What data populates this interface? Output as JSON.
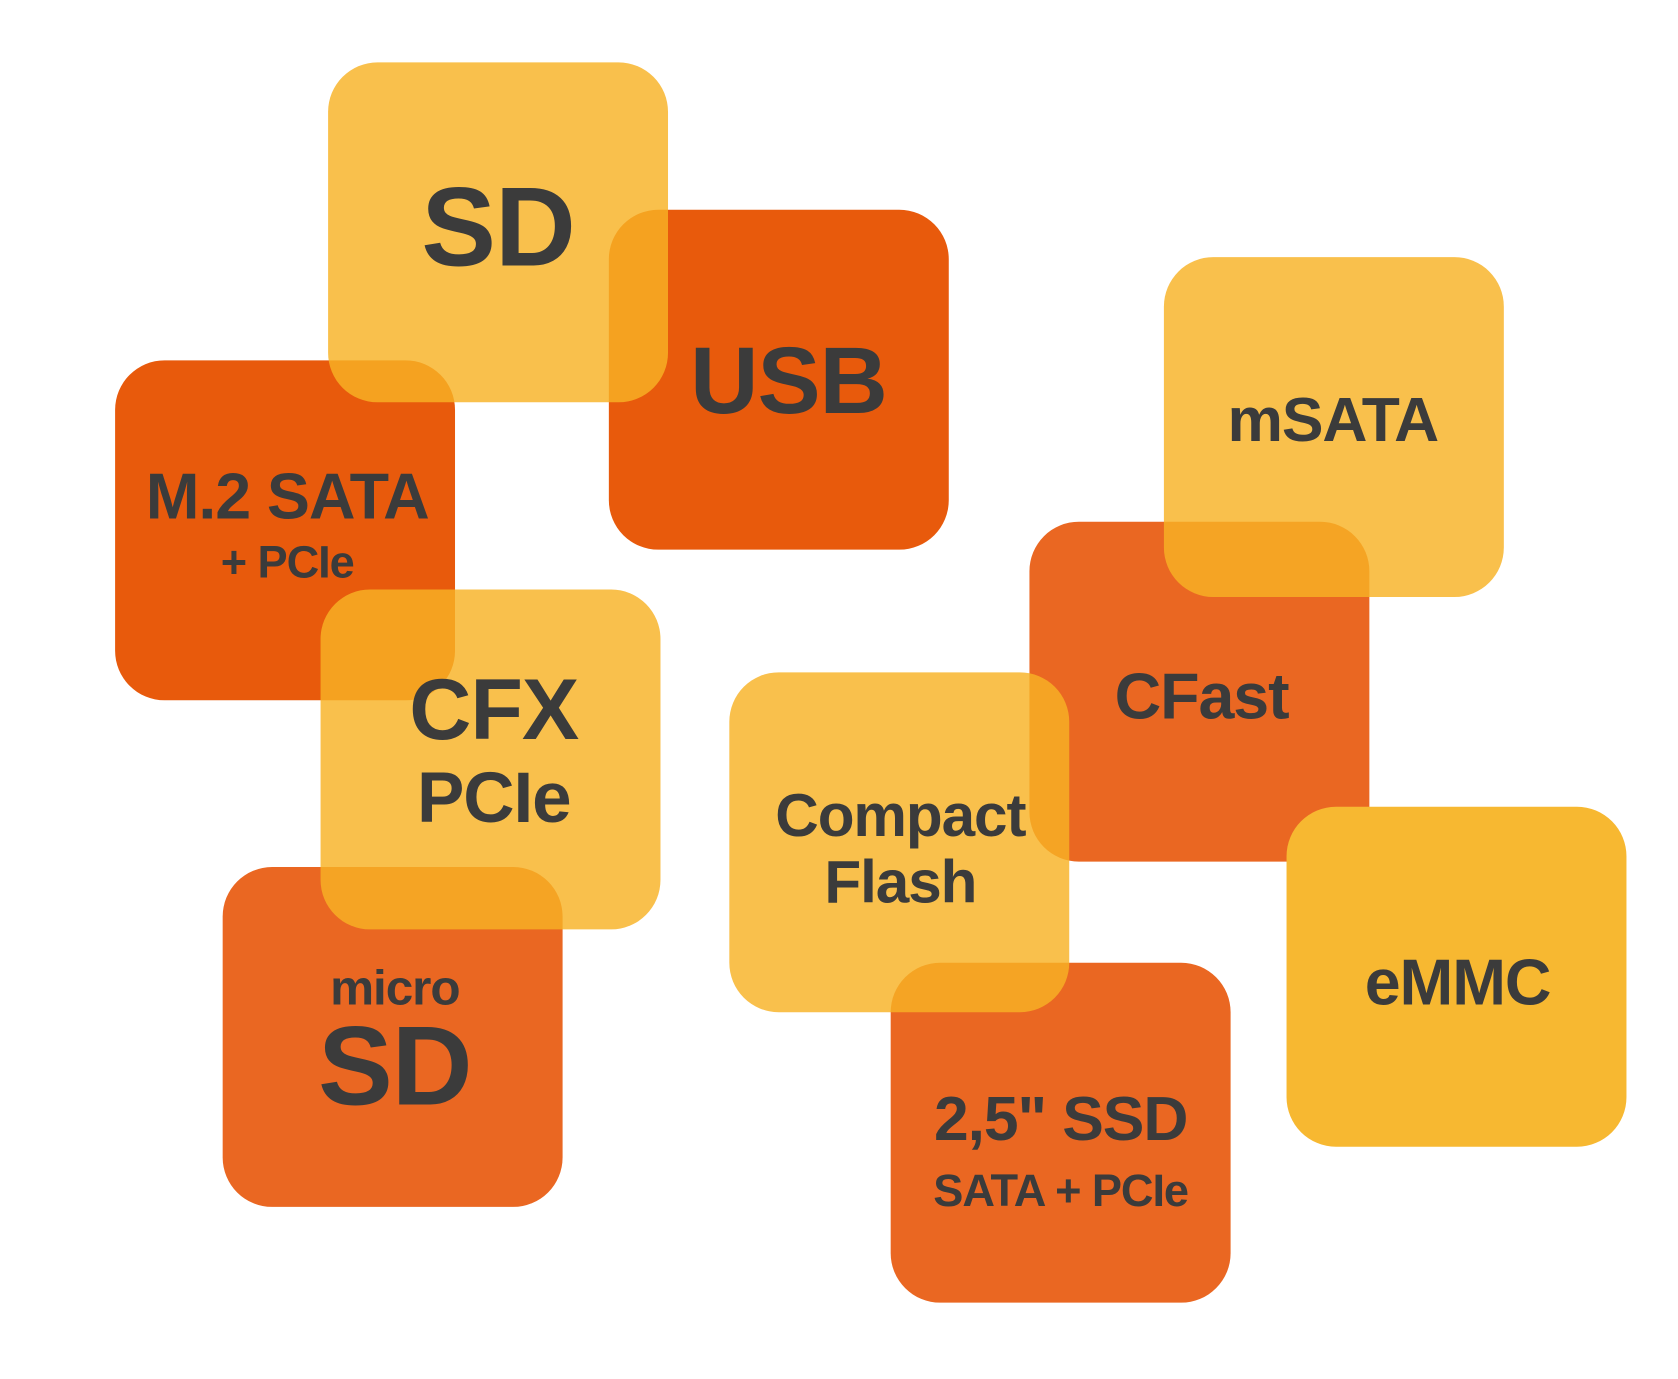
{
  "cards": {
    "sd": {
      "label": "SD"
    },
    "usb": {
      "label": "USB"
    },
    "m2": {
      "label": "M.2 SATA",
      "sub": "+ PCIe"
    },
    "cfx": {
      "label": "CFX",
      "sub": "PCIe"
    },
    "microsd": {
      "pre": "micro",
      "label": "SD"
    },
    "compactflash": {
      "label": "Compact",
      "sub": "Flash"
    },
    "cfast": {
      "label": "CFast"
    },
    "msata": {
      "label": "mSATA"
    },
    "emmc": {
      "label": "eMMC"
    },
    "ssd": {
      "label": "2,5\" SSD",
      "sub": "SATA + PCIe"
    }
  },
  "colors": {
    "dark_orange": "#E85A0C",
    "orange": "#EA6722",
    "yellow": "#F9C454",
    "amber": "#F7B831",
    "text": "#3B3B3B"
  }
}
